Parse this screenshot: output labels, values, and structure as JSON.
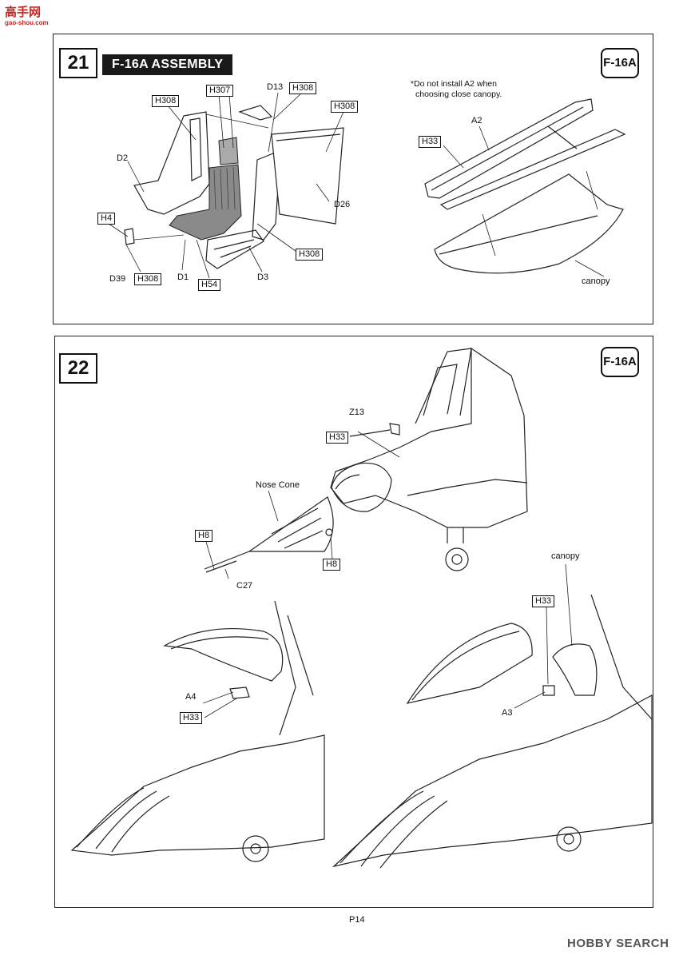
{
  "watermark_top": {
    "logo": "高手网",
    "url": "gao-shou.com"
  },
  "step21": {
    "number": "21",
    "title": "F-16A ASSEMBLY",
    "variant": "F-16A",
    "note_line1": "*Do not install A2 when",
    "note_line2": "choosing close canopy.",
    "labels": {
      "h308_a": "H308",
      "h307": "H307",
      "d13": "D13",
      "h308_b": "H308",
      "h308_c": "H308",
      "d2": "D2",
      "h4": "H4",
      "d39": "D39",
      "h308_d": "H308",
      "d1": "D1",
      "h54": "H54",
      "d3": "D3",
      "h308_e": "H308",
      "d26": "D26",
      "a2": "A2",
      "h33": "H33",
      "canopy": "canopy"
    }
  },
  "step22": {
    "number": "22",
    "variant": "F-16A",
    "labels": {
      "z13": "Z13",
      "h33_a": "H33",
      "nose_cone": "Nose Cone",
      "h8_a": "H8",
      "h8_b": "H8",
      "c27": "C27",
      "a4": "A4",
      "h33_b": "H33",
      "canopy": "canopy",
      "h33_c": "H33",
      "a3": "A3"
    }
  },
  "footer": {
    "page": "P14",
    "watermark": "HOBBY SEARCH"
  }
}
